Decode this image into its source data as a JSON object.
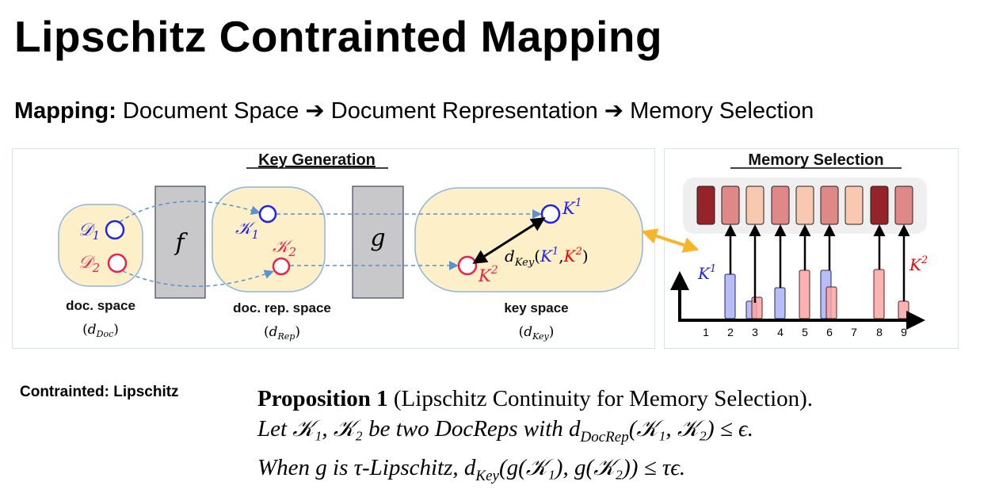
{
  "title": "Lipschitz Contrainted Mapping",
  "subtitle": {
    "lead": "Mapping:",
    "text": "Document Space ➔ Document Representation ➔ Memory Selection"
  },
  "key_generation": {
    "heading": "Key Generation",
    "doc_space": {
      "label": "doc. space",
      "metric": "(d",
      "metric_sub": "Doc",
      "points": [
        "D",
        "D"
      ]
    },
    "f_label": "f",
    "g_label": "g",
    "doc_rep_space": {
      "label": "doc. rep. space",
      "metric_sub": "Rep"
    },
    "key_space": {
      "label": "key space",
      "metric_sub": "Key",
      "distance_label": "d",
      "distance_sub": "Key"
    },
    "sub1": "1",
    "sub2": "2",
    "K": "K",
    "Kcal": "𝒦",
    "Dcal": "𝒟"
  },
  "memory_selection": {
    "heading": "Memory Selection",
    "cells": [
      "dark",
      "medium",
      "light",
      "medium",
      "light",
      "medium",
      "light",
      "dark",
      "medium"
    ],
    "x_ticks": [
      "1",
      "2",
      "3",
      "4",
      "5",
      "6",
      "7",
      "8",
      "9"
    ],
    "k1_bars": {
      "2": 0.56,
      "3": 0.22,
      "4": 0.39,
      "6": 0.61
    },
    "k2_bars": {
      "3": 0.27,
      "5": 0.61,
      "6": 0.4,
      "8": 0.62,
      "9": 0.22
    },
    "arrows": [
      2,
      3,
      4,
      5,
      6,
      8,
      9
    ],
    "k1_label": "K",
    "k2_label": "K",
    "sup1": "1",
    "sup2": "2"
  },
  "colors": {
    "blue": "#2323e6",
    "red": "#f0204a",
    "blob": "#fdf0c8",
    "blob_stroke": "#8db4dc",
    "box": "#c8c7c9",
    "dark": "#96222a",
    "medium": "#e08888",
    "light": "#f8c8b0",
    "bar_blue": "#b9bdf6",
    "bar_red": "#f9a5a5",
    "orange": "#f8b52a"
  },
  "constraint_label": "Contrainted: Lipschitz",
  "proposition": {
    "head": "Proposition 1",
    "title": " (Lipschitz Continuity for Memory Selection).",
    "line2": "Let 𝒦₁, 𝒦₂  be  two  DocReps  with  d",
    "line2_sub": "DocRep",
    "line2_tail": "(𝒦₁, 𝒦₂)  ≤  ϵ.",
    "line3": "When g is τ-Lipschitz, d",
    "line3_sub": "Key",
    "line3_tail": "(g(𝒦₁), g(𝒦₂)) ≤ τϵ."
  }
}
